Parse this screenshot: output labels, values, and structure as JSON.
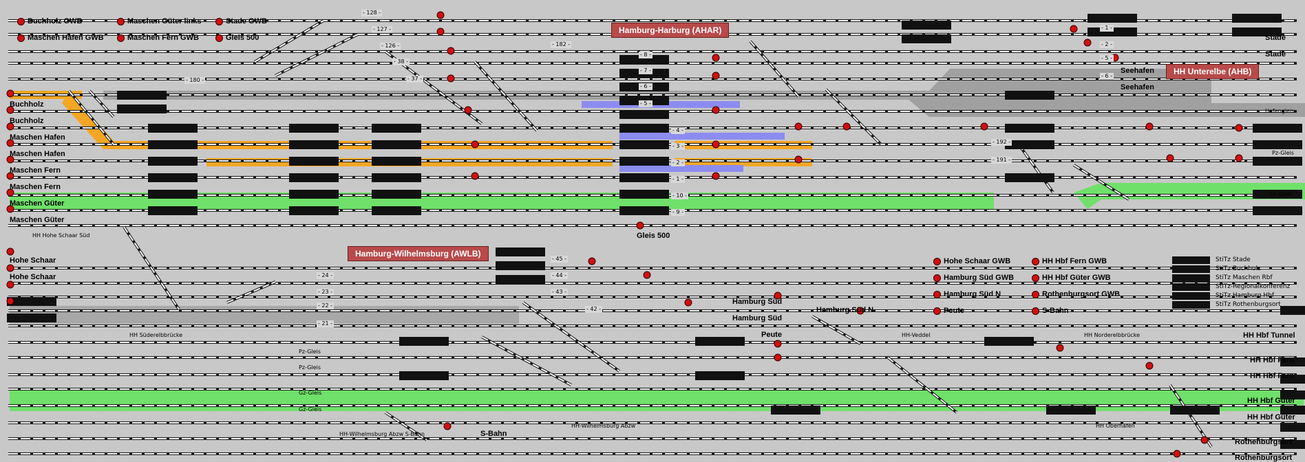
{
  "stations": {
    "harburg": "Hamburg-Harburg (AHAR)",
    "unterelbe": "HH Unterelbe (AHB)",
    "wilhelmsburg": "Hamburg-Wilhelmsburg (AWLB)"
  },
  "legend_top": [
    "Buchholz GWB",
    "Maschen Hafen GWB",
    "Maschen Güter links",
    "Maschen Fern GWB",
    "Stade GWB",
    "Gleis 500"
  ],
  "legend_bottom": [
    "Hohe Schaar GWB",
    "Hamburg Süd GWB",
    "Hamburg Süd N",
    "Peute",
    "HH Hbf Fern GWB",
    "HH Hbf Güter GWB",
    "Rothenburgsort GWB",
    "S-Bahn"
  ],
  "left_labels": [
    "Buchholz",
    "Buchholz",
    "Maschen Hafen",
    "Maschen Hafen",
    "Maschen Fern",
    "Maschen Fern",
    "Maschen Güter",
    "Maschen Güter"
  ],
  "right_top_labels": [
    "Stade",
    "Stade",
    "Seehafen",
    "Seehafen",
    "Hafengleis",
    "Pz-Gleis",
    "Gz-Gleis"
  ],
  "top_misc": [
    "Gleis 500",
    "HH Hohe Schaar Süd"
  ],
  "bottom_left_labels": [
    "Hohe Schaar",
    "Hohe Schaar"
  ],
  "bottom_right_labels": [
    "HH Hbf Tunnel",
    "HH Hbf Fern",
    "HH Hbf Fern",
    "HH Hbf Güter",
    "HH Hbf Güter",
    "Rothenburgsort",
    "Rothenburgsort"
  ],
  "bottom_mid_labels": [
    "Hamburg Süd",
    "Hamburg Süd",
    "Peute",
    "Hamburg Süd N",
    "S-Bahn"
  ],
  "bottom_small": [
    "HH Süderelbbrücke",
    "HH-Veddel",
    "HH Norderelbbrücke",
    "HH Oberhafen",
    "HH-Wilhelmsburg Abzw S-Bahn",
    "HH-Wilhelmsburg Abzw",
    "Pz-Gleis",
    "Pz-Gleis",
    "Gz-Gleis",
    "Gz-Gleis"
  ],
  "track_numbers_top": [
    "- 128 -",
    "- 127 -",
    "- 126 -",
    "- 180 -",
    "- 38 -",
    "- 37 -",
    "- 182 -",
    "- 8 -",
    "- 7 -",
    "- 6 -",
    "- 5 -",
    "- 4 -",
    "- 3 -",
    "- 2 -",
    "- 1 -",
    "- 10 -",
    "- 9 -",
    "- 1 -",
    "- 2 -",
    "- 5 -",
    "- 6 -",
    "- 192 -",
    "- 191 -"
  ],
  "track_numbers_bottom": [
    "- 24 -",
    "- 23 -",
    "- 22 -",
    "- 21 -",
    "- 45 -",
    "- 44 -",
    "- 43 -",
    "- 42 -"
  ],
  "stitz_panel": [
    "StiTz Stade",
    "StiTz Buchholz",
    "StiTz Maschen Rbf",
    "StiTz-Regionalkonferenz",
    "StiTz Hamburg Hbf",
    "StiTz Rothenburgsort"
  ],
  "colors": {
    "background": "#c8c8c8",
    "route_orange": "#f5a623",
    "route_green": "#6fe06a",
    "route_blue": "#8c8cf0",
    "track_gray": "#a0a0a0",
    "signal_red": "#d01010",
    "station_box": "#b84a4a"
  }
}
